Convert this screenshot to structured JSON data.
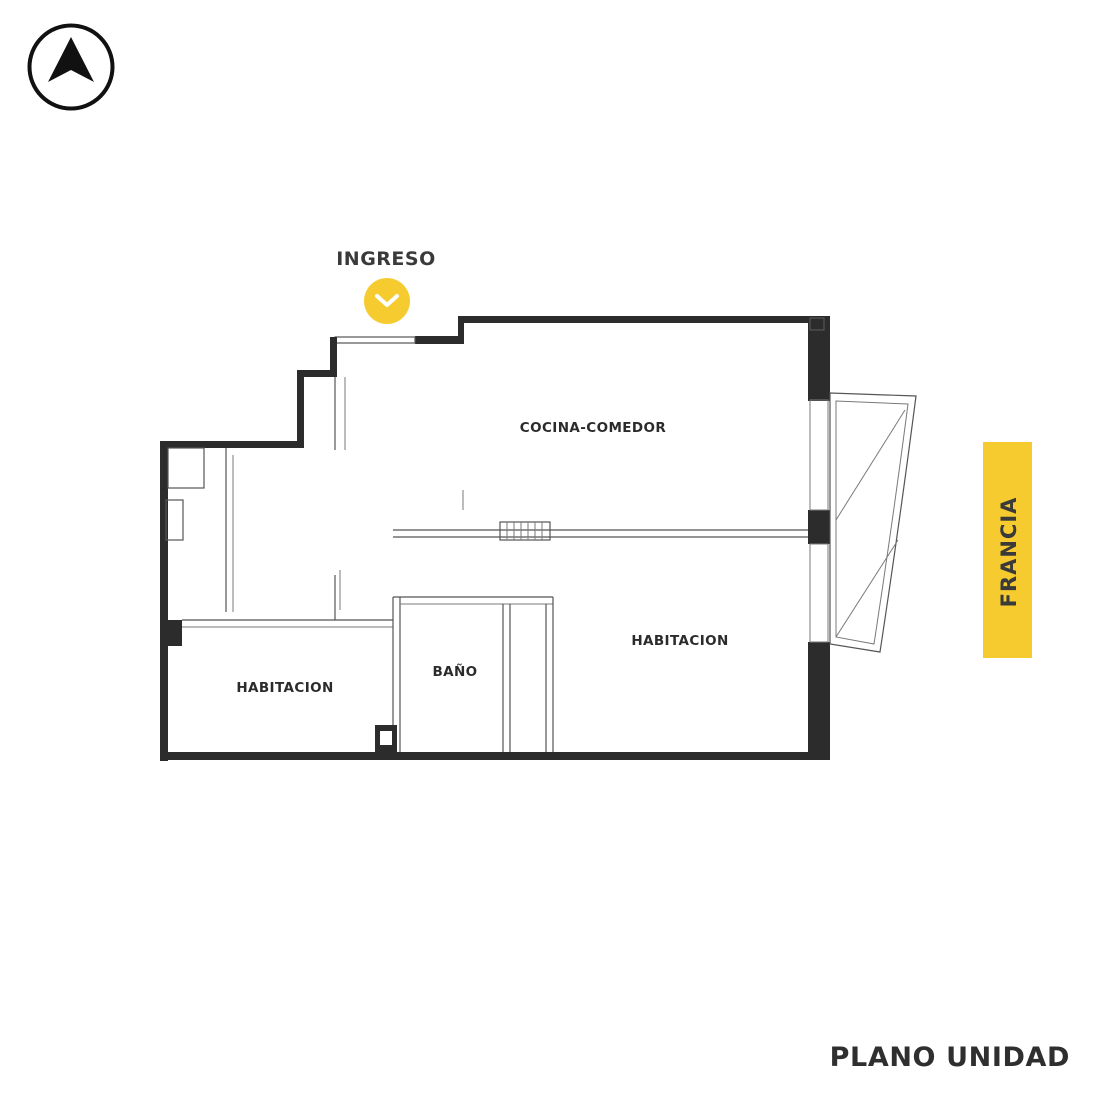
{
  "compass": {
    "icon": "north-arrow-icon"
  },
  "entry": {
    "label": "INGRESO",
    "marker_icon": "chevron-down-icon",
    "marker_color": "#F5C518"
  },
  "street": {
    "label": "FRANCIA",
    "band_color": "#F5C518"
  },
  "rooms": {
    "kitchen_dining": "COCINA-COMEDOR",
    "bedroom_left": "HABITACION",
    "bathroom": "BAÑO",
    "bedroom_right": "HABITACION"
  },
  "plan_title": "PLANO UNIDAD"
}
